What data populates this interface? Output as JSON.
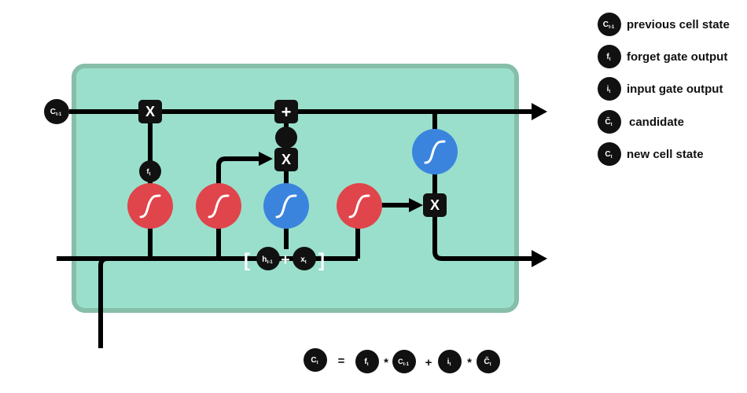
{
  "colors": {
    "cell_fill": "#9adfcc",
    "cell_border": "#86bea9",
    "sigmoid": "#e0454b",
    "tanh": "#3b84de",
    "line": "#000000",
    "node": "#111111"
  },
  "tokens": {
    "c": "C",
    "t": "t",
    "t_minus_1": "t-1",
    "f": "f",
    "i": "i",
    "h": "h",
    "x": "x",
    "c_tilde": "C̃"
  },
  "ops": {
    "multiply": "X",
    "add": "+"
  },
  "brackets": {
    "open": "[",
    "close": "]"
  },
  "legend": [
    {
      "symbol": "C",
      "sub": "t-1",
      "label": "previous cell state"
    },
    {
      "symbol": "f",
      "sub": "t",
      "label": "forget gate output"
    },
    {
      "symbol": "i",
      "sub": "t",
      "label": "input gate output"
    },
    {
      "symbol": "C̃",
      "sub": "t",
      "label": "candidate"
    },
    {
      "symbol": "C",
      "sub": "t",
      "label": "new cell state"
    }
  ],
  "equation": {
    "equals": "=",
    "times": "*",
    "plus": "+"
  }
}
